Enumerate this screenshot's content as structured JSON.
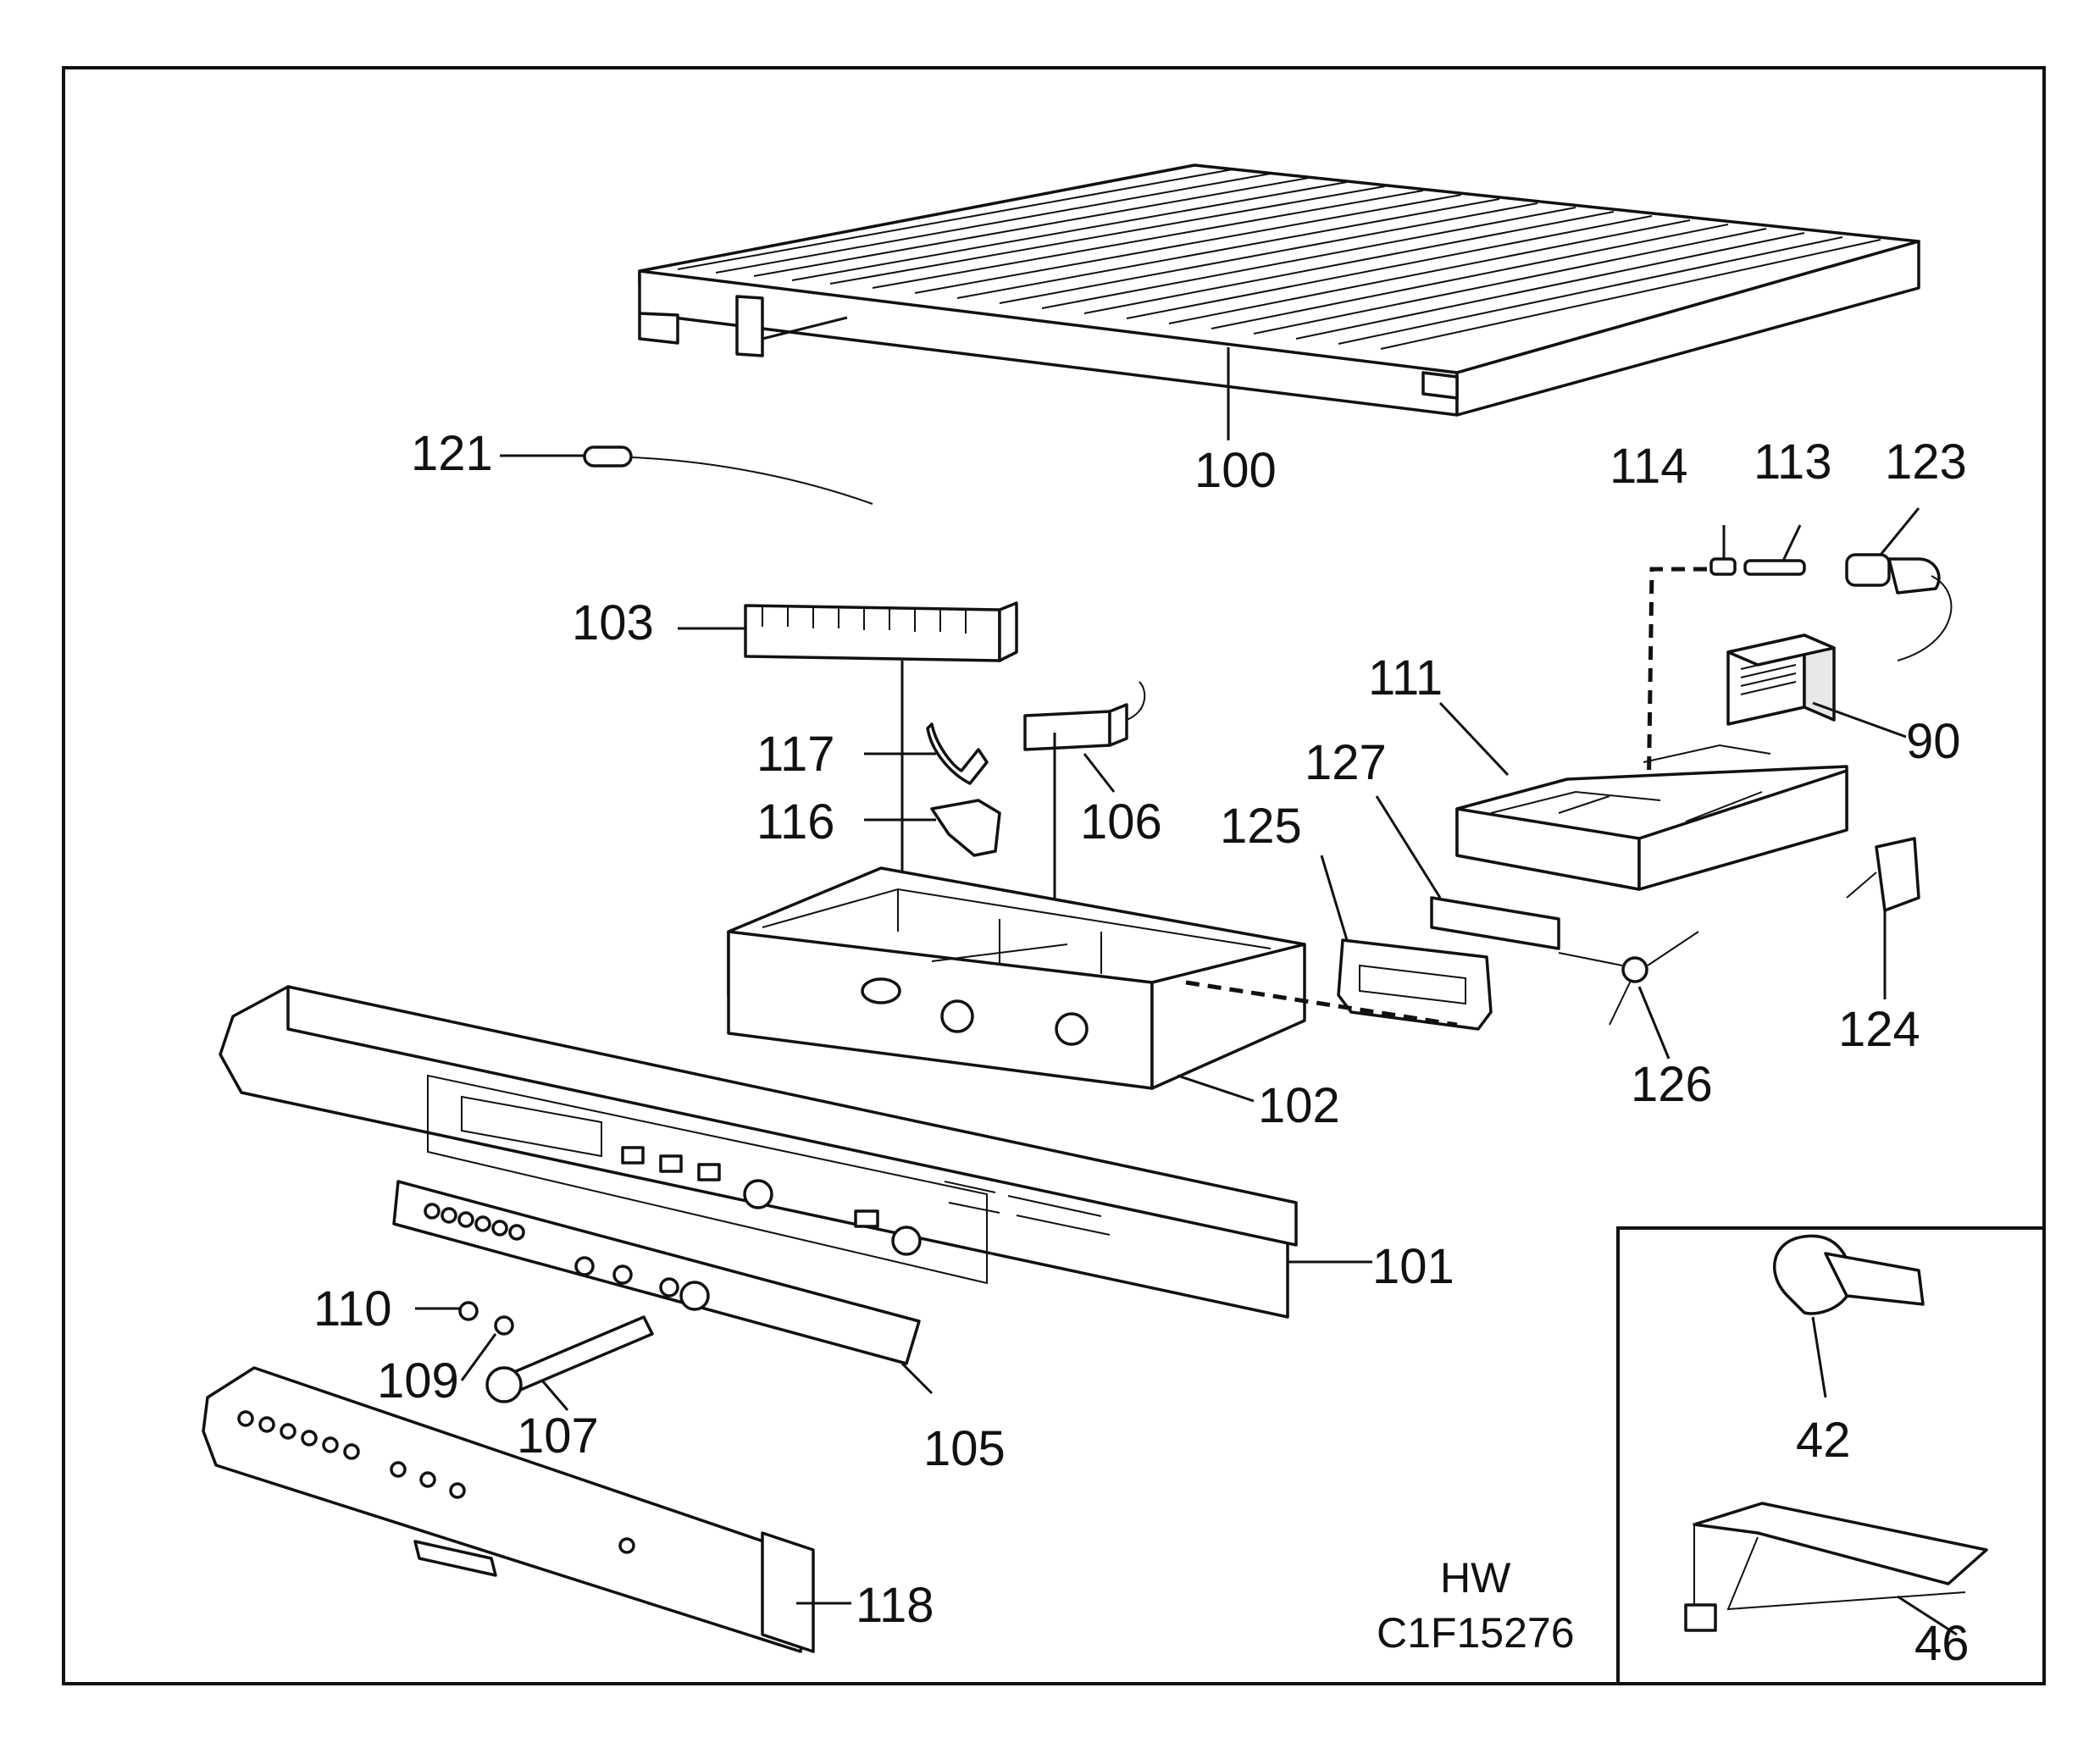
{
  "drawing": {
    "code_line1": "HW",
    "code_line2": "C1F15276"
  },
  "parts": {
    "p100": "100",
    "p121": "121",
    "p114": "114",
    "p113": "113",
    "p123": "123",
    "p103": "103",
    "p90": "90",
    "p111": "111",
    "p117": "117",
    "p127": "127",
    "p116": "116",
    "p106": "106",
    "p125": "125",
    "p124": "124",
    "p102": "102",
    "p126": "126",
    "p101": "101",
    "p110": "110",
    "p109": "109",
    "p107": "107",
    "p105": "105",
    "p118": "118",
    "p42": "42",
    "p46": "46"
  }
}
